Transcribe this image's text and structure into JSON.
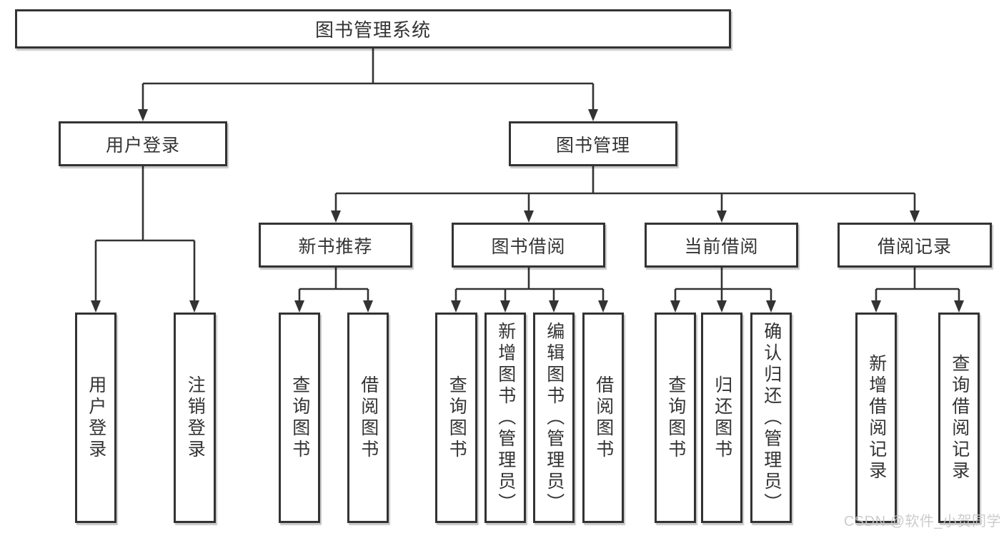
{
  "diagram": {
    "root": {
      "label": "图书管理系统"
    },
    "level2": [
      {
        "label": "用户登录",
        "children": [
          {
            "label": "用户登录"
          },
          {
            "label": "注销登录"
          }
        ]
      },
      {
        "label": "图书管理",
        "children": [
          {
            "label": "新书推荐",
            "children": [
              {
                "label": "查询图书"
              },
              {
                "label": "借阅图书"
              }
            ]
          },
          {
            "label": "图书借阅",
            "children": [
              {
                "label": "查询图书"
              },
              {
                "label": "新增图书（管理员）"
              },
              {
                "label": "编辑图书（管理员）"
              },
              {
                "label": "借阅图书"
              }
            ]
          },
          {
            "label": "当前借阅",
            "children": [
              {
                "label": "查询图书"
              },
              {
                "label": "归还图书"
              },
              {
                "label": "确认归还（管理员）"
              }
            ]
          },
          {
            "label": "借阅记录",
            "children": [
              {
                "label": "新增借阅记录"
              },
              {
                "label": "查询借阅记录"
              }
            ]
          }
        ]
      }
    ]
  },
  "watermark": {
    "text": "CSDN @软件_小贺同学"
  },
  "colors": {
    "line": "#333333",
    "text": "#333333",
    "background": "#ffffff",
    "watermark": "#c6c6c6"
  }
}
